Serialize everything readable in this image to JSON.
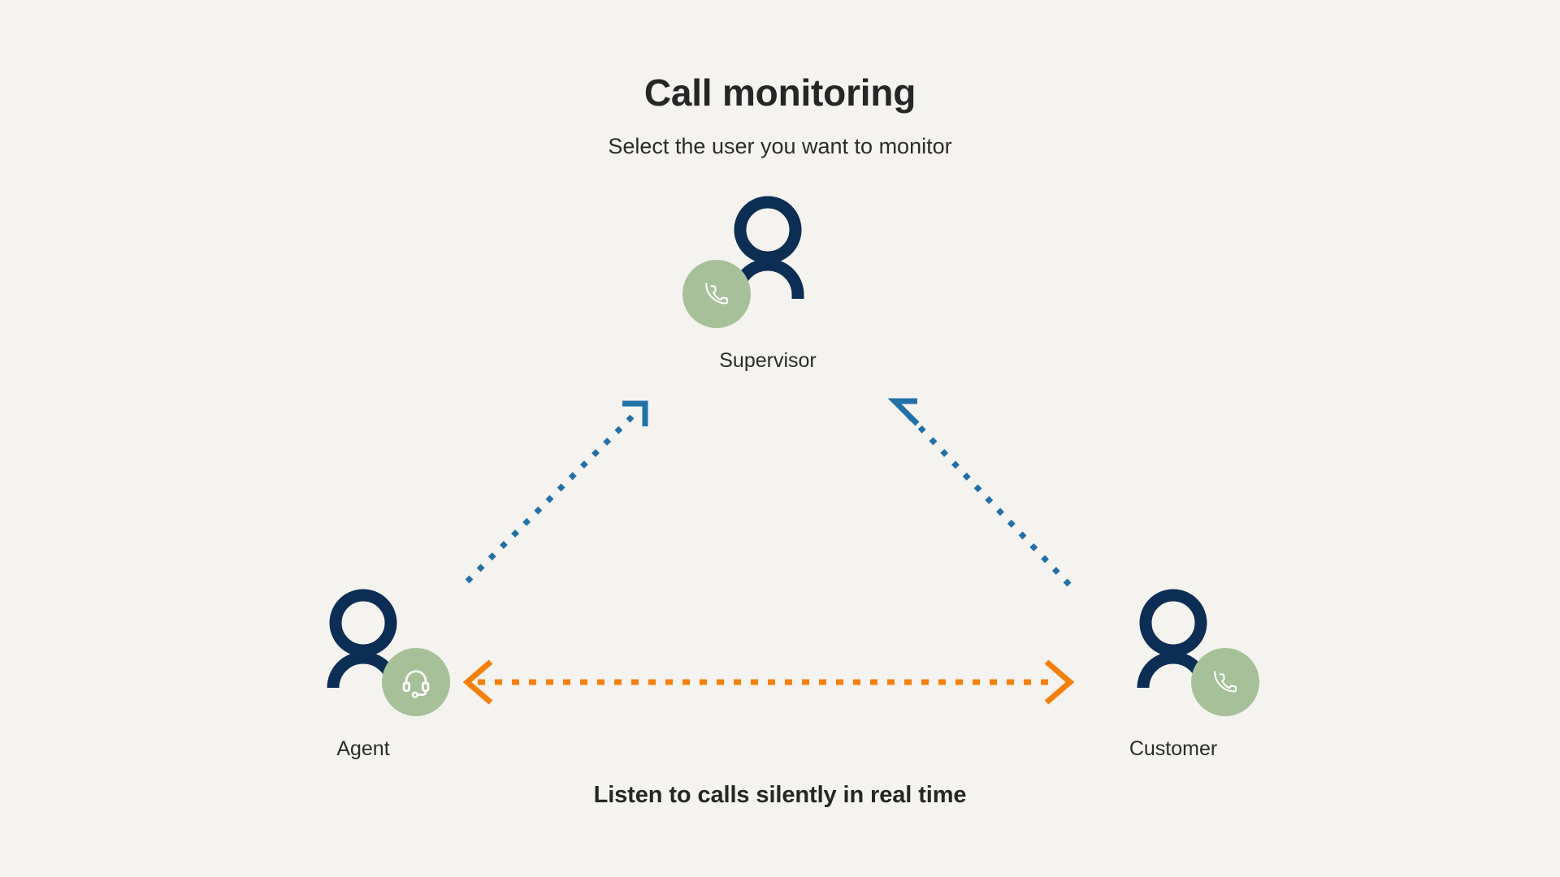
{
  "header": {
    "title": "Call monitoring",
    "subtitle": "Select the user you want to monitor"
  },
  "footer": {
    "caption": "Listen to calls silently in real time"
  },
  "colors": {
    "background": "#f5f3ef",
    "person_navy": "#0c2e54",
    "badge_green": "#a6c199",
    "badge_glyph": "#ffffff",
    "arrow_blue": "#2270a8",
    "arrow_orange": "#f5800f",
    "text_dark": "#262626"
  },
  "nodes": [
    {
      "id": "supervisor",
      "label": "Supervisor",
      "badge_icon": "phone-icon",
      "badge_side": "left"
    },
    {
      "id": "agent",
      "label": "Agent",
      "badge_icon": "headset-icon",
      "badge_side": "right"
    },
    {
      "id": "customer",
      "label": "Customer",
      "badge_icon": "phone-icon",
      "badge_side": "right"
    }
  ],
  "connections": [
    {
      "id": "agent-to-supervisor",
      "from": "agent",
      "to": "supervisor",
      "style": "dotted",
      "color": "#2270a8",
      "direction": "one-way"
    },
    {
      "id": "customer-to-supervisor",
      "from": "customer",
      "to": "supervisor",
      "style": "dotted",
      "color": "#2270a8",
      "direction": "one-way"
    },
    {
      "id": "agent-customer-call",
      "from": "agent",
      "to": "customer",
      "style": "dotted",
      "color": "#f5800f",
      "direction": "two-way"
    }
  ]
}
